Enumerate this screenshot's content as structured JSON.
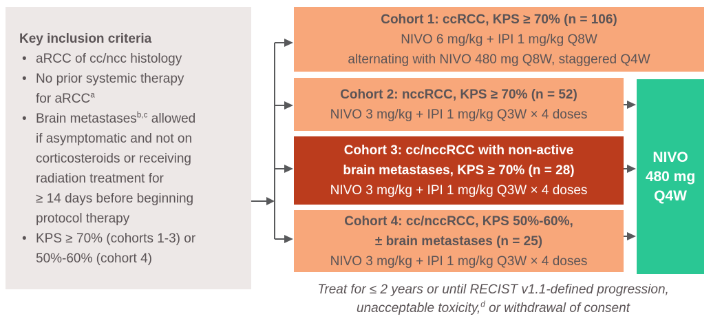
{
  "colors": {
    "salmon": "#F8A77A",
    "red": "#BB3C1D",
    "green": "#2AC794",
    "panel": "#EDE8E7",
    "ink": "#5B5456",
    "arrow": "#58595B",
    "ondark": "#FFFFFF"
  },
  "inclusion": {
    "title": "Key inclusion criteria",
    "bullets": [
      {
        "lines": [
          {
            "pre": "aRCC of cc/ncc histology"
          }
        ]
      },
      {
        "lines": [
          {
            "pre": "No prior systemic therapy"
          },
          {
            "pre": "for aRCC",
            "sup": "a"
          }
        ]
      },
      {
        "lines": [
          {
            "pre": "Brain metastases",
            "sup": "b,c",
            "post": " allowed"
          },
          {
            "pre": "if asymptomatic and not on"
          },
          {
            "pre": "corticosteroids or receiving"
          },
          {
            "pre": "radiation treatment for"
          },
          {
            "pre": "≥ 14 days before beginning"
          },
          {
            "pre": "protocol therapy"
          }
        ]
      },
      {
        "lines": [
          {
            "pre": "KPS ≥ 70% (cohorts 1-3) or"
          },
          {
            "pre": "50%-60% (cohort 4)"
          }
        ]
      }
    ]
  },
  "cohorts": [
    {
      "title_lines": [
        "Cohort 1: ccRCC, KPS ≥ 70% (n = 106)"
      ],
      "body_lines": [
        "NIVO 6 mg/kg + IPI 1 mg/kg Q8W",
        "alternating with NIVO 480 mg Q8W, staggered Q4W"
      ]
    },
    {
      "title_lines": [
        "Cohort 2: nccRCC, KPS ≥ 70% (n = 52)"
      ],
      "body_lines": [
        "NIVO 3 mg/kg + IPI 1 mg/kg Q3W × 4 doses"
      ]
    },
    {
      "title_lines": [
        "Cohort 3: cc/nccRCC with non-active",
        "brain metastases, KPS ≥ 70% (n = 28)"
      ],
      "body_lines": [
        "NIVO 3 mg/kg + IPI 1 mg/kg Q3W × 4 doses"
      ]
    },
    {
      "title_lines": [
        "Cohort 4: cc/nccRCC, KPS 50%-60%,",
        "± brain metastases (n = 25)"
      ],
      "body_lines": [
        "NIVO 3 mg/kg + IPI 1 mg/kg Q3W × 4 doses"
      ]
    }
  ],
  "nivo_box": {
    "lines": [
      "NIVO",
      "480 mg",
      "Q4W"
    ]
  },
  "footer": {
    "line1": "Treat for ≤ 2 years or until RECIST v1.1-defined progression,",
    "line2_pre": "unacceptable toxicity,",
    "line2_sup": "d",
    "line2_post": " or withdrawal of consent"
  }
}
